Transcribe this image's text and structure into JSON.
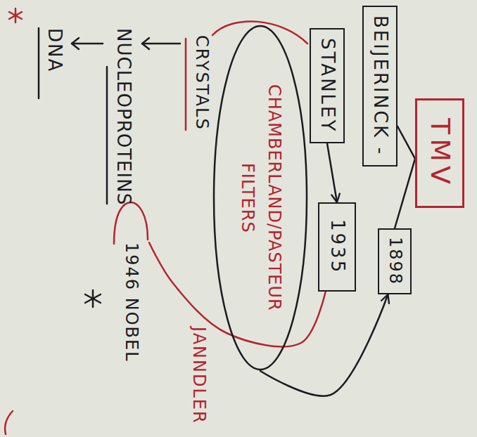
{
  "diagram": {
    "nodes": [
      {
        "text": [
          "TMV"
        ]
      },
      {
        "text": [
          "BEIJERINCK -"
        ]
      },
      {
        "text": [
          "STANLEY"
        ]
      },
      {
        "text": [
          "1898"
        ]
      },
      {
        "text": [
          "1935"
        ]
      },
      {
        "text": [
          "CHAMBERLAND/PASTEUR",
          "FILTERS"
        ]
      },
      {
        "text": [
          "1946 NOBEL"
        ]
      }
    ],
    "edges": [
      {
        "from": 0,
        "to": 1,
        "arrow": "none"
      },
      {
        "from": 0,
        "to": 3,
        "arrow": "none"
      },
      {
        "from": 2,
        "to": 4,
        "arrow": "to"
      },
      {
        "from": 5,
        "to": 3,
        "arrow": "to"
      },
      {
        "from": 4,
        "to": 6,
        "arrow": "none"
      }
    ],
    "labels": [
      "CRYSTALS",
      "NUCLEOPROTEINS",
      "DNA",
      "JANNDLER"
    ]
  }
}
